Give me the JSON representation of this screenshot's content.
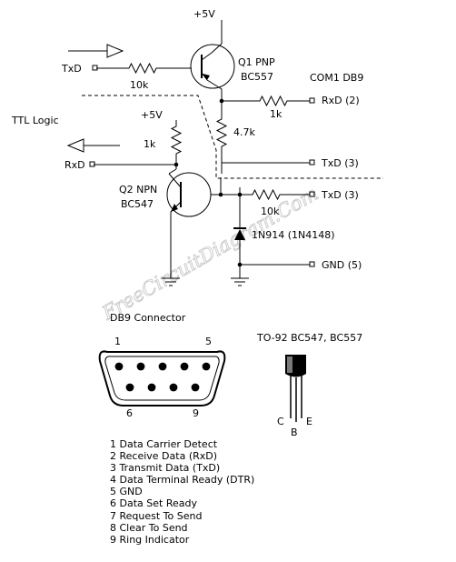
{
  "circuit": {
    "vcc_top": "+5V",
    "vcc_mid": "+5V",
    "q1_name": "Q1 PNP",
    "q1_part": "BC557",
    "com_title": "COM1 DB9",
    "txd_in": "TxD",
    "r1_value": "10k",
    "rxd_out": "RxD (2)",
    "r2_value": "1k",
    "ttl_logic": "TTL Logic",
    "r3_value": "4.7k",
    "r4_value": "1k",
    "rxd_in": "RxD",
    "txd3_upper": "TxD (3)",
    "q2_name": "Q2 NPN",
    "q2_part": "BC547",
    "txd3_lower": "TxD (3)",
    "r5_value": "10k",
    "diode": "1N914 (1N4148)",
    "gnd": "GND (5)",
    "watermark": "FreeCircuitDiagram.Com"
  },
  "connector": {
    "title": "DB9 Connector",
    "pin1": "1",
    "pin5": "5",
    "pin6": "6",
    "pin9": "9"
  },
  "to92": {
    "title": "TO-92 BC547, BC557",
    "c": "C",
    "b": "B",
    "e": "E"
  },
  "pinout": [
    "1 Data Carrier Detect",
    "2 Receive Data (RxD)",
    "3 Transmit Data (TxD)",
    "4 Data Terminal Ready (DTR)",
    "5 GND",
    "6 Data Set Ready",
    "7 Request To Send",
    "8 Clear To Send",
    "9 Ring Indicator"
  ]
}
